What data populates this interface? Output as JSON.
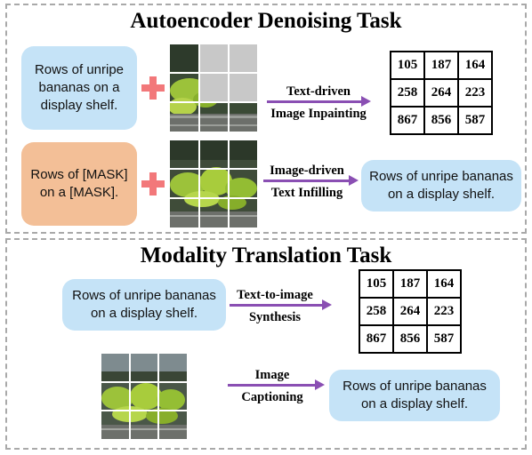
{
  "top": {
    "title": "Autoencoder Denoising Task",
    "text_input": "Rows of unripe bananas on a display shelf.",
    "masked_text": "Rows of [MASK] on a [MASK].",
    "label_inpainting_1": "Text-driven",
    "label_inpainting_2": "Image Inpainting",
    "label_infilling_1": "Image-driven",
    "label_infilling_2": "Text Infilling",
    "infilling_output": "Rows of unripe bananas on a display shelf.",
    "tokens": [
      [
        "105",
        "187",
        "164"
      ],
      [
        "258",
        "264",
        "223"
      ],
      [
        "867",
        "856",
        "587"
      ]
    ]
  },
  "bottom": {
    "title": "Modality Translation Task",
    "text_input": "Rows of unripe bananas on a display shelf.",
    "label_t2i_1": "Text-to-image",
    "label_t2i_2": "Synthesis",
    "label_cap_1": "Image",
    "label_cap_2": "Captioning",
    "caption_output": "Rows of unripe bananas on a display shelf.",
    "tokens": [
      [
        "105",
        "187",
        "164"
      ],
      [
        "258",
        "264",
        "223"
      ],
      [
        "867",
        "856",
        "587"
      ]
    ]
  },
  "colors": {
    "text_box": "#c5e3f7",
    "masked_box": "#f3bf97",
    "plus": "#f2787a",
    "arrow": "#8a4fb3",
    "panel_border": "#a9a9a9"
  }
}
